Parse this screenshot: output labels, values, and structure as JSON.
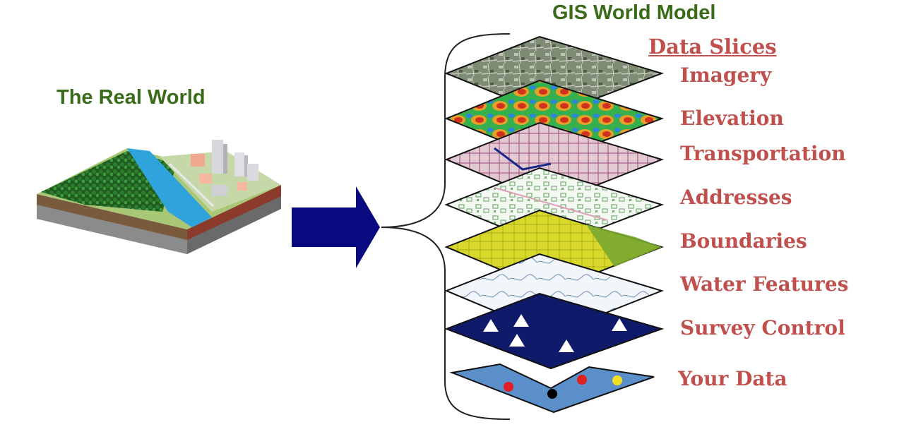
{
  "real_world": {
    "title": "The Real World"
  },
  "gis_model": {
    "title": "GIS World Model",
    "slices_heading": "Data Slices"
  },
  "layers": [
    {
      "label": "Imagery"
    },
    {
      "label": "Elevation"
    },
    {
      "label": "Transportation"
    },
    {
      "label": "Addresses"
    },
    {
      "label": "Boundaries"
    },
    {
      "label": "Water Features"
    },
    {
      "label": "Survey Control"
    },
    {
      "label": "Your Data"
    }
  ],
  "colors": {
    "green_title": "#3a6b18",
    "label_red": "#c0504d",
    "arrow": "#0a0a80",
    "imagery": "#7a8870",
    "elevation": "#3cb050",
    "transportation": "#ddc0c8",
    "addresses": "#f2f6f0",
    "boundaries": "#d6d628",
    "water": "#f0f4f8",
    "survey": "#101a6a",
    "your_data": "#5b8fc9"
  }
}
